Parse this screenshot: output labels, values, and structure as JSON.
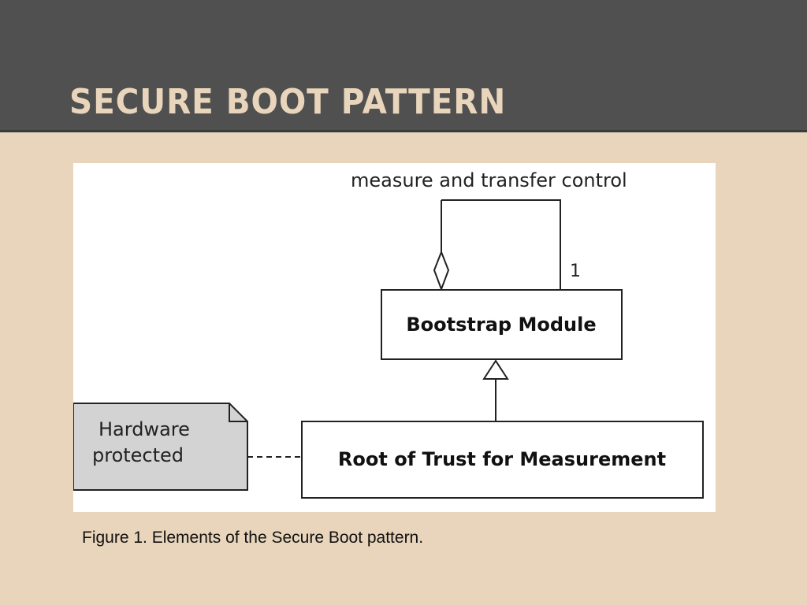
{
  "slide": {
    "title": "SECURE BOOT PATTERN",
    "caption": "Figure 1. Elements of the Secure Boot pattern."
  },
  "diagram": {
    "self_association_label": "measure and transfer control",
    "multiplicity": "1",
    "bootstrap_module": "Bootstrap Module",
    "root_of_trust": "Root of Trust for Measurement",
    "note_line1": "Hardware",
    "note_line2": "protected"
  },
  "colors": {
    "header_bg": "#505050",
    "title_text": "#e8d5bb",
    "slide_bg": "#e8d5bb",
    "note_fill": "#d3d3d3"
  }
}
